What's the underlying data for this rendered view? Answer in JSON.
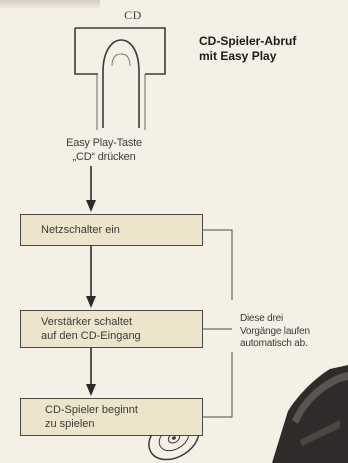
{
  "diagram": {
    "cd_label": "CD",
    "title": [
      "CD-Spieler-Abruf",
      "mit Easy Play"
    ],
    "button_caption": [
      "Easy Play-Taste",
      "„CD“ drücken"
    ],
    "steps": [
      [
        "Netzschalter ein"
      ],
      [
        "Verstärker schaltet",
        "auf den CD-Eingang"
      ],
      [
        "CD-Spieler beginnt",
        "zu spielen"
      ]
    ],
    "side_note": [
      "Diese drei",
      "Vorgänge laufen",
      "automatisch ab."
    ]
  }
}
